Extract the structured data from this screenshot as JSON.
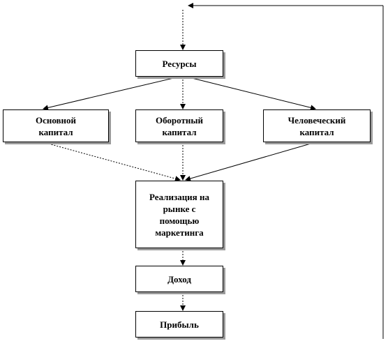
{
  "diagram": {
    "nodes": {
      "resources": "Ресурсы",
      "fixed_capital": "Основной\nкапитал",
      "working_capital": "Оборотный\nкапитал",
      "human_capital": "Человеческий\nкапитал",
      "market_realization": "Реализация на\nрынке с\nпомощью\nмаркетинга",
      "income": "Доход",
      "profit": "Прибыль"
    },
    "edges": [
      {
        "from": "input",
        "to": "resources"
      },
      {
        "from": "resources",
        "to": "fixed_capital"
      },
      {
        "from": "resources",
        "to": "working_capital"
      },
      {
        "from": "resources",
        "to": "human_capital"
      },
      {
        "from": "fixed_capital",
        "to": "market_realization"
      },
      {
        "from": "working_capital",
        "to": "market_realization"
      },
      {
        "from": "human_capital",
        "to": "market_realization"
      },
      {
        "from": "market_realization",
        "to": "income"
      },
      {
        "from": "income",
        "to": "profit"
      },
      {
        "from": "profit",
        "to": "input",
        "style": "feedback-loop"
      }
    ],
    "colors": {
      "line": "#000000",
      "shadow": "#9a9a9a"
    }
  }
}
